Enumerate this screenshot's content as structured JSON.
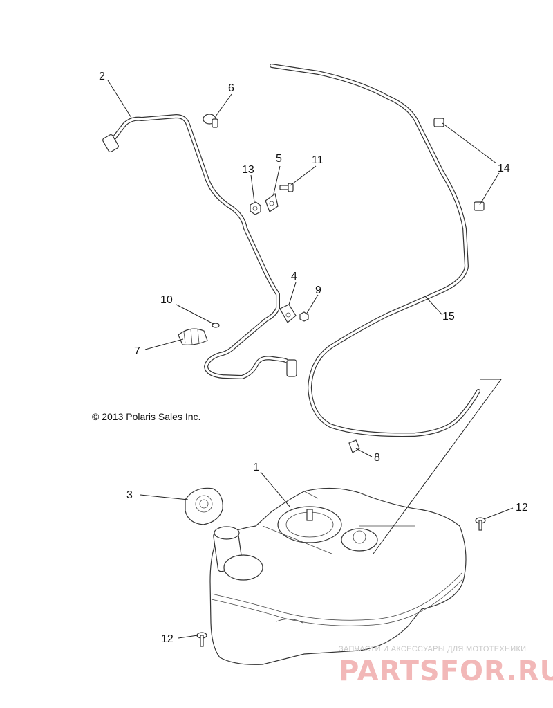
{
  "copyright": "© 2013 Polaris Sales Inc.",
  "callouts": [
    {
      "id": "1",
      "text": "1"
    },
    {
      "id": "2",
      "text": "2"
    },
    {
      "id": "3",
      "text": "3"
    },
    {
      "id": "4",
      "text": "4"
    },
    {
      "id": "5",
      "text": "5"
    },
    {
      "id": "6",
      "text": "6"
    },
    {
      "id": "7",
      "text": "7"
    },
    {
      "id": "8",
      "text": "8"
    },
    {
      "id": "9",
      "text": "9"
    },
    {
      "id": "10",
      "text": "10"
    },
    {
      "id": "11",
      "text": "11"
    },
    {
      "id": "12a",
      "text": "12"
    },
    {
      "id": "12b",
      "text": "12"
    },
    {
      "id": "13",
      "text": "13"
    },
    {
      "id": "14",
      "text": "14"
    },
    {
      "id": "15",
      "text": "15"
    }
  ],
  "watermark": {
    "tagline": "ЗАПЧАСТИ И АКСЕССУАРЫ ДЛЯ МОТОТЕХНИКИ",
    "brand": "PARTSFOR.RU"
  },
  "colors": {
    "line": "#222222",
    "watermark_brand": "#f2b8b8",
    "watermark_tagline": "#c9c9c9"
  }
}
